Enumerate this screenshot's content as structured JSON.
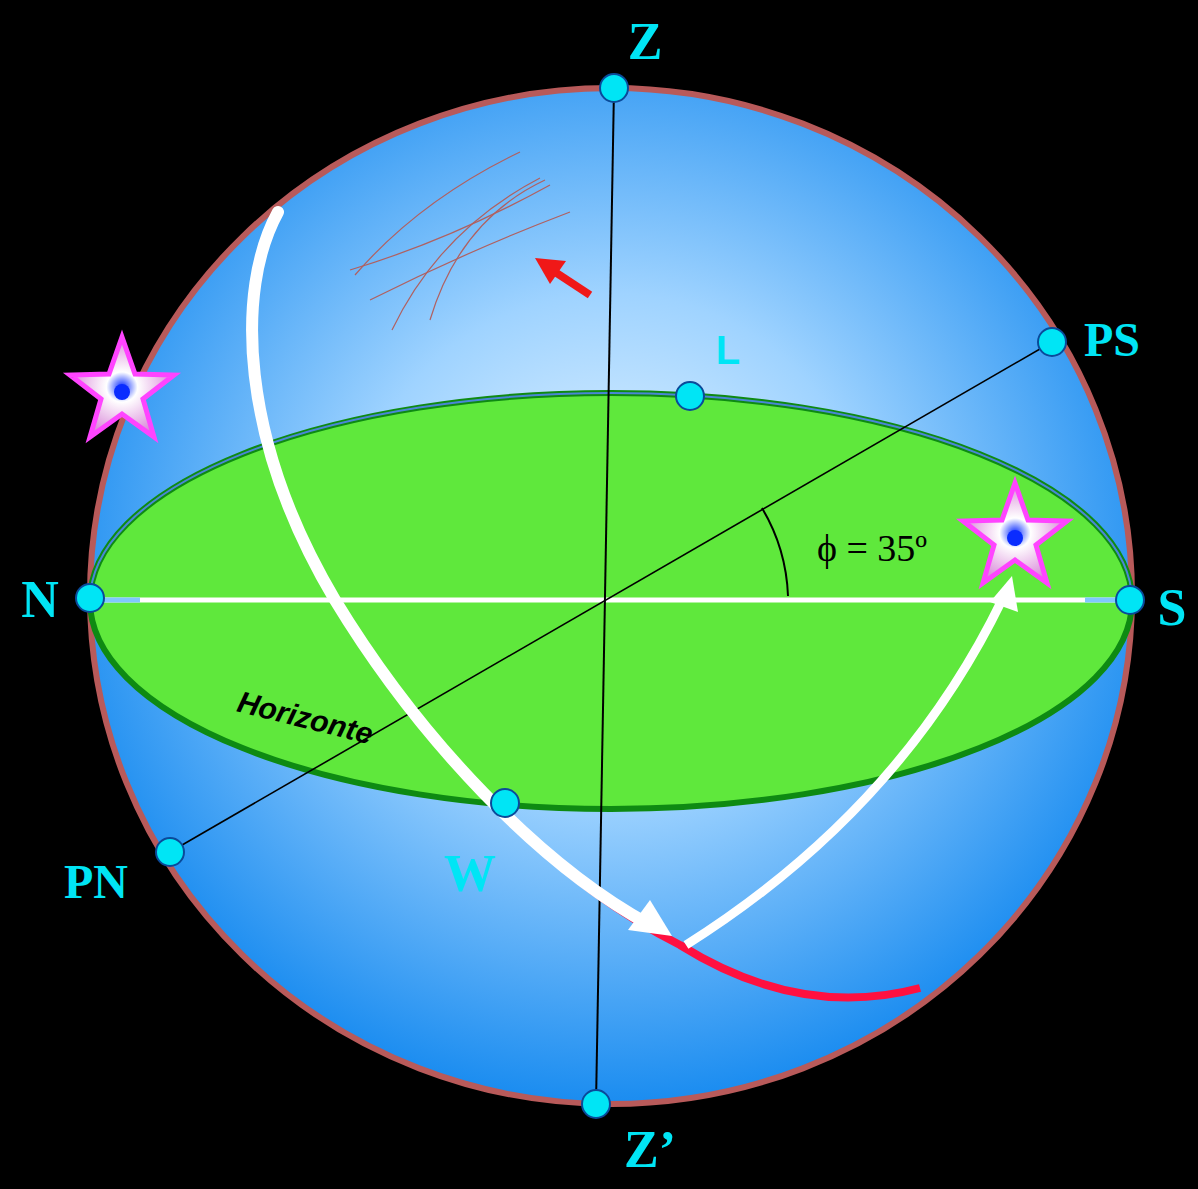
{
  "diagram": {
    "labels": [
      "Z",
      "PS",
      "L",
      "N",
      "S",
      "ϕ = 35º",
      "Horizonte",
      "PN",
      "W",
      "Z’"
    ]
  }
}
